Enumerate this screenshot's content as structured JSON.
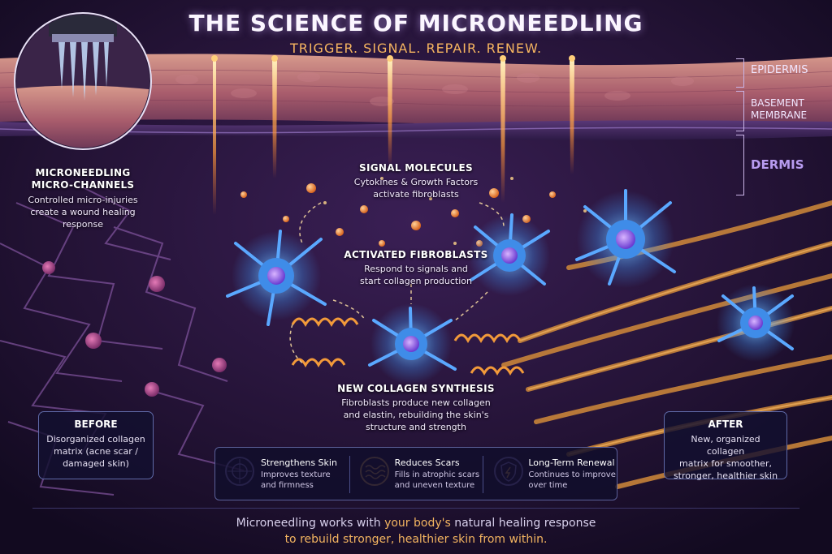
{
  "header": {
    "title": "THE SCIENCE OF MICRONEEDLING",
    "subtitle": "TRIGGER. SIGNAL. REPAIR. RENEW."
  },
  "layers": {
    "epidermis": "EPIDERMIS",
    "basement_line1": "BASEMENT",
    "basement_line2": "MEMBRANE",
    "dermis": "DERMIS"
  },
  "labels": {
    "channels": {
      "title_line1": "MICRONEEDLING",
      "title_line2": "MICRO-CHANNELS",
      "body_line1": "Controlled micro-injuries",
      "body_line2": "create a wound healing",
      "body_line3": "response"
    },
    "signals": {
      "title": "SIGNAL MOLECULES",
      "body_line1": "Cytokines & Growth Factors",
      "body_line2": "activate fibroblasts"
    },
    "fibroblasts": {
      "title": "ACTIVATED FIBROBLASTS",
      "body_line1": "Respond to signals and",
      "body_line2": "start collagen production"
    },
    "synthesis": {
      "title": "NEW COLLAGEN SYNTHESIS",
      "body_line1": "Fibroblasts produce new collagen",
      "body_line2": "and elastin, rebuilding the skin's",
      "body_line3": "structure and strength"
    }
  },
  "before": {
    "title": "BEFORE",
    "line1": "Disorganized collagen",
    "line2": "matrix (acne scar /",
    "line3": "damaged skin)"
  },
  "after": {
    "title": "AFTER",
    "line1": "New, organized collagen",
    "line2": "matrix for smoother,",
    "line3": "stronger, healthier skin"
  },
  "benefits": [
    {
      "icon": "skin-layer-target-icon",
      "title": "Strengthens Skin",
      "line1": "Improves texture",
      "line2": "and firmness"
    },
    {
      "icon": "wavy-lines-icon",
      "title": "Reduces Scars",
      "line1": "Fills in atrophic scars",
      "line2": "and uneven texture"
    },
    {
      "icon": "shield-sparkle-icon",
      "title": "Long-Term Renewal",
      "line1": "Continues to improve",
      "line2": "over time"
    }
  ],
  "footer": {
    "line1_start": "Microneedling works with ",
    "line1_highlight": "your body's",
    "line1_end": " natural healing response",
    "line2": "to rebuild stronger, healthier skin from within."
  },
  "colors": {
    "background": "#1a0f2e",
    "accent_orange": "#f3b460",
    "fibroblast_blue": "#3f8ce8",
    "skin_pink": "#b56a78"
  }
}
